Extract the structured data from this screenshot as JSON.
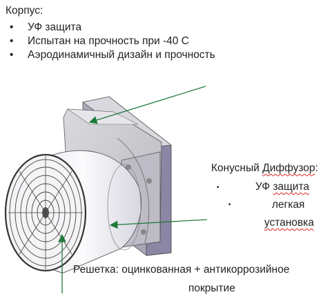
{
  "corpus": {
    "title": "Корпус:",
    "bullets": [
      "УФ защита",
      "Испытан на прочность при -40 С",
      "Аэродинамичный дизайн и прочность"
    ]
  },
  "diffuser": {
    "title_part1": "Конусный ",
    "title_part2": "Диффузор",
    "title_colon": ":",
    "items": [
      {
        "bullet": "▪",
        "text_plain": "УФ ",
        "text_marked": "защита"
      },
      {
        "bullet": "▪",
        "text_plain": "",
        "text_marked": "легкая"
      },
      {
        "bullet": "",
        "text_plain": "",
        "text_marked": "установка"
      }
    ]
  },
  "grid": {
    "line1": "Решетка: оцинкованная +  антикоррозийное",
    "line2": "покрытие"
  },
  "colors": {
    "arrow": "#1f7a3c",
    "housing_top": "#c9c9cf",
    "housing_side": "#8a86a3",
    "cone": "#ecebf2"
  },
  "icons": {
    "fan": "fan-illustration",
    "arrow": "pointer-arrow"
  }
}
